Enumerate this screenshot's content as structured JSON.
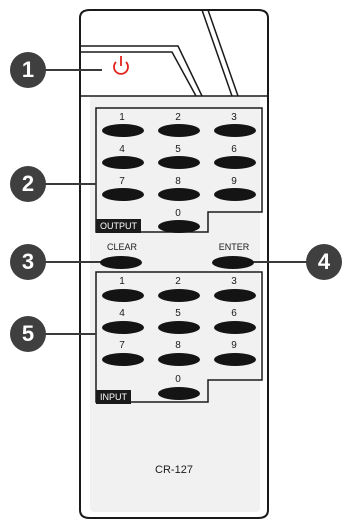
{
  "remote": {
    "model": "CR-127",
    "power_icon": "power-icon",
    "power_color": "#e2231a",
    "output_label": "OUTPUT",
    "input_label": "INPUT",
    "clear_label": "CLEAR",
    "enter_label": "ENTER",
    "output_keys": [
      "1",
      "2",
      "3",
      "4",
      "5",
      "6",
      "7",
      "8",
      "9",
      "0"
    ],
    "input_keys": [
      "1",
      "2",
      "3",
      "4",
      "5",
      "6",
      "7",
      "8",
      "9",
      "0"
    ]
  },
  "callouts": [
    "1",
    "2",
    "3",
    "4",
    "5"
  ]
}
